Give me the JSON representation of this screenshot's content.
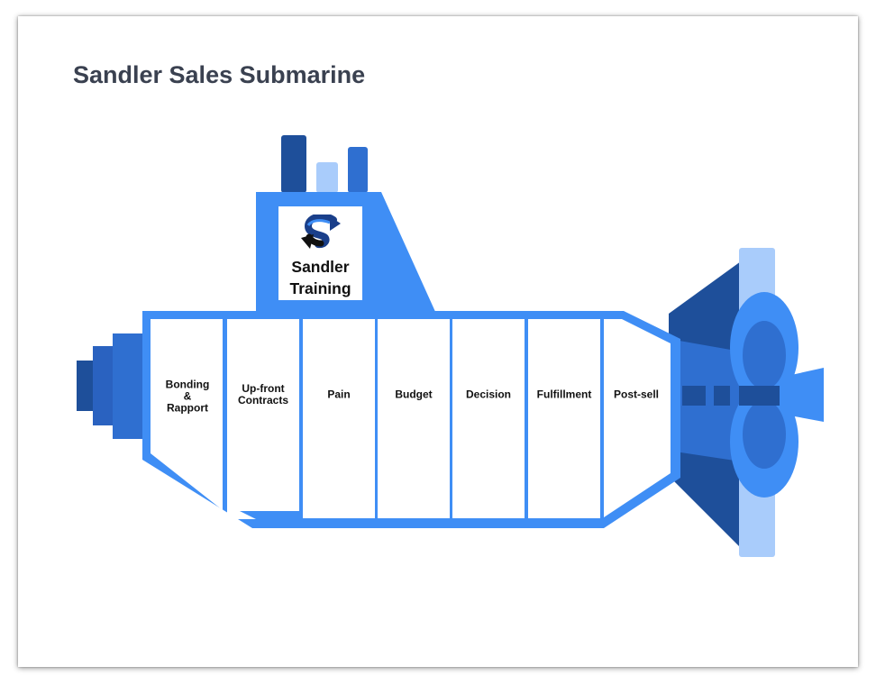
{
  "title": "Sandler Sales Submarine",
  "logo": {
    "line1": "Sandler",
    "line2": "Training",
    "icon": "sandler-s-arrows-icon"
  },
  "stages": [
    {
      "label": "Bonding\n&\nRapport"
    },
    {
      "label": "Up-front\nContracts"
    },
    {
      "label": "Pain"
    },
    {
      "label": "Budget"
    },
    {
      "label": "Decision"
    },
    {
      "label": "Fulfillment"
    },
    {
      "label": "Post-sell"
    }
  ],
  "colors": {
    "hull": "#3f8ef5",
    "dark_blue": "#1e4f9a",
    "mid_blue": "#2f6fd0",
    "light_blue": "#a9ccfb",
    "title_text": "#3a4150"
  }
}
